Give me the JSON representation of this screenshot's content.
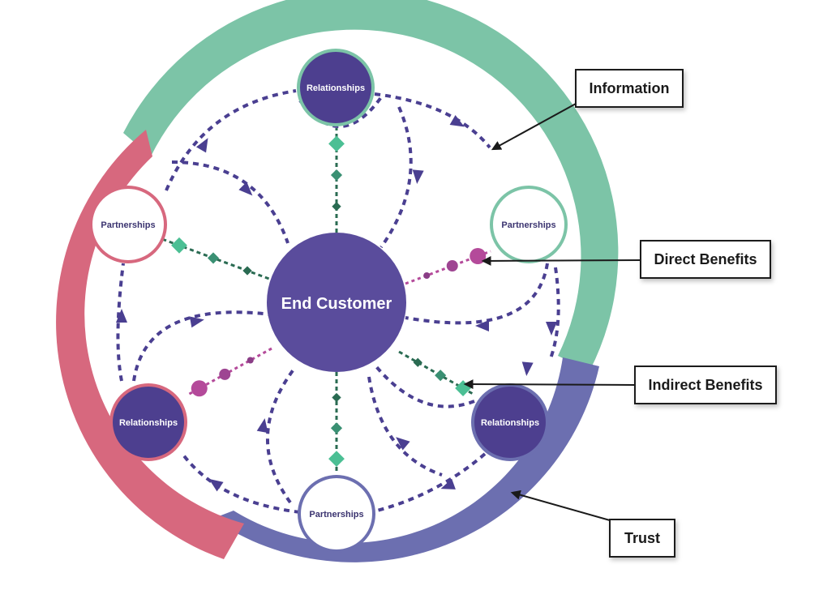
{
  "center": {
    "label": "End Customer"
  },
  "nodes": [
    {
      "label": "Relationships"
    },
    {
      "label": "Partnerships"
    },
    {
      "label": "Relationships"
    },
    {
      "label": "Partnerships"
    },
    {
      "label": "Relationships"
    },
    {
      "label": "Partnerships"
    }
  ],
  "callouts": {
    "information": "Information",
    "direct_benefits": "Direct Benefits",
    "indirect_benefits": "Indirect Benefits",
    "trust": "Trust"
  },
  "colors": {
    "teal": "#7cc4a7",
    "pink": "#d7687e",
    "purple": "#6c6fb0",
    "dark_purple": "#5a4c9c",
    "node_purple": "#4d3f8f",
    "dashed": "#4a3f91",
    "diamond_light": "#4bbf94",
    "diamond_dark": "#2a6b52",
    "dot_magenta": "#b44a9a"
  }
}
